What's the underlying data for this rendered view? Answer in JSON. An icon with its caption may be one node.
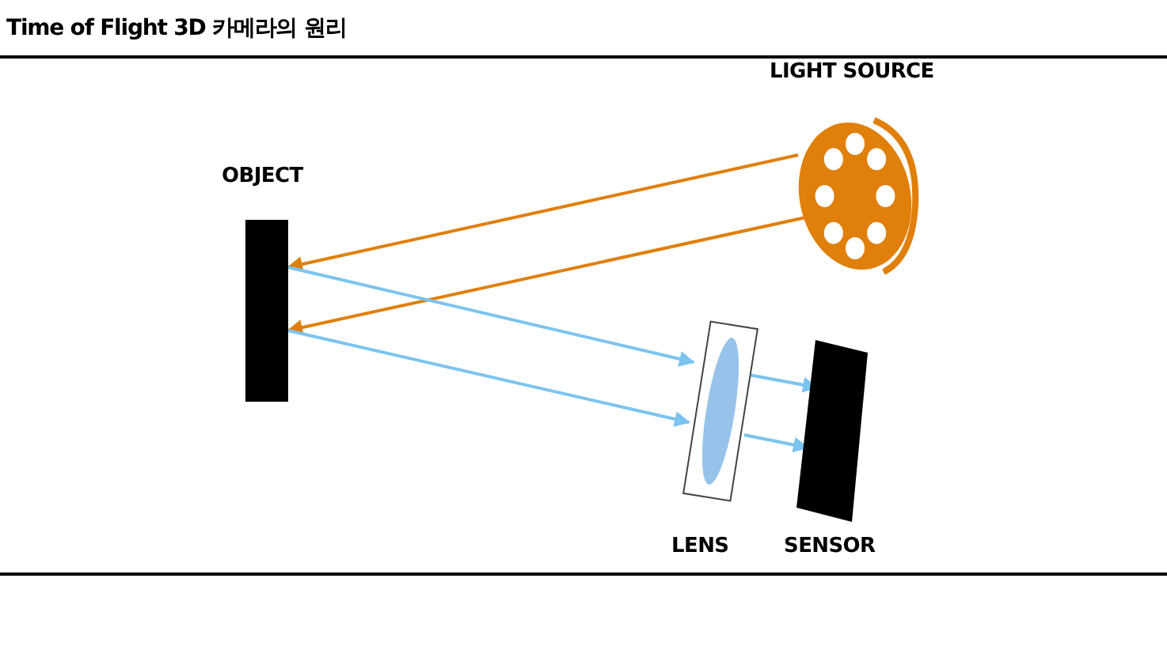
{
  "diagram": {
    "title": "Time of Flight 3D 카메라의 원리",
    "nodes": [
      {
        "text": [
          "LIGHT SOURCE"
        ]
      },
      {
        "text": [
          "OBJECT"
        ]
      },
      {
        "text": [
          "LENS"
        ]
      },
      {
        "text": [
          "SENSOR"
        ]
      }
    ],
    "edges": [
      {
        "from": 0,
        "to": 1,
        "arrow": "to",
        "color": "#e07f0a"
      },
      {
        "from": 0,
        "to": 1,
        "arrow": "to",
        "color": "#e07f0a"
      },
      {
        "from": 1,
        "to": 2,
        "arrow": "to"
      },
      {
        "from": 1,
        "to": 2,
        "arrow": "to"
      },
      {
        "from": 2,
        "to": 3,
        "arrow": "to"
      },
      {
        "from": 2,
        "to": 3,
        "arrow": "to"
      }
    ]
  }
}
